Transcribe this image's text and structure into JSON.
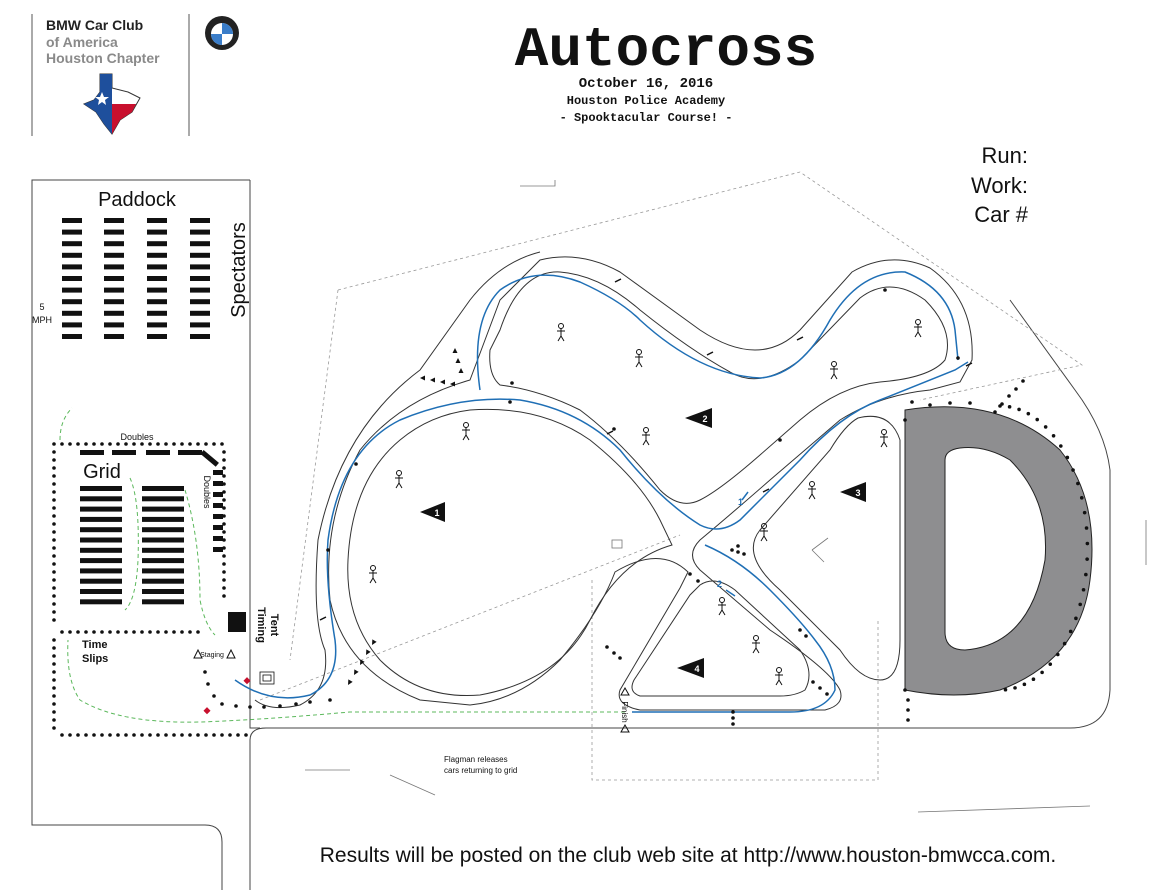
{
  "header": {
    "club_name_lines": [
      "BMW Car Club",
      "of America",
      "Houston Chapter"
    ],
    "title": "Autocross",
    "date": "October 16, 2016",
    "location": "Houston Police Academy",
    "course_name": "- Spooktacular Course! -"
  },
  "assignment": {
    "run_label": "Run:",
    "work_label": "Work:",
    "car_label": "Car #"
  },
  "paddock": {
    "label": "Paddock",
    "speed_limit": "5",
    "speed_unit": "MPH"
  },
  "spectators_label": "Spectators",
  "grid": {
    "label": "Grid",
    "doubles_top": "Doubles",
    "doubles_side": "Doubles",
    "time_slips_lines": [
      "Time",
      "Slips"
    ],
    "staging": "Staging"
  },
  "timing_tent_lines": [
    "Timing",
    "Tent"
  ],
  "finish_label": "Finish",
  "flagman_note_lines": [
    "Flagman releases",
    "cars returning to grid"
  ],
  "stations": [
    "1",
    "2",
    "3",
    "4"
  ],
  "direction_markers": [
    "1",
    "2"
  ],
  "footer": "Results will be posted on the club web site at http://www.houston-bmwcca.com.",
  "colors": {
    "course_line": "#1f6fb5",
    "return_path": "#5cb85c",
    "skid_pad": "#8e8e90",
    "flag_blue": "#1e4f9c",
    "flag_red": "#c8102e"
  }
}
